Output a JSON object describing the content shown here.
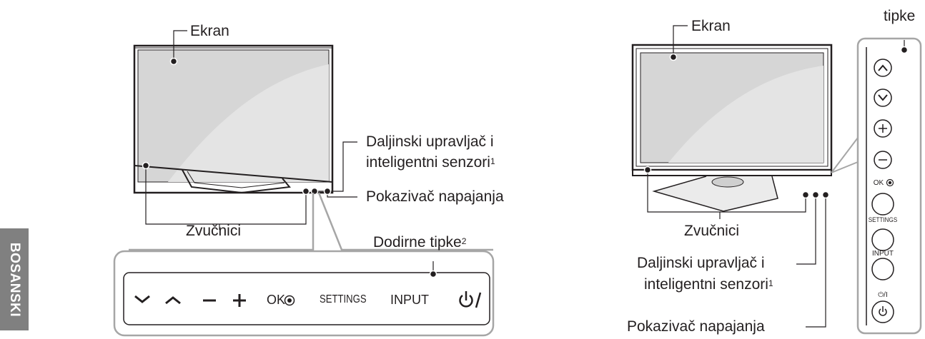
{
  "language_tab": "BOSANSKI",
  "left": {
    "labels": {
      "screen": "Ekran",
      "remote_sensors": "Daljinski upravljač i",
      "remote_sensors_2": "inteligentni senzori",
      "remote_sensors_note": "1",
      "power_indicator": "Pokazivač napajanja",
      "speakers": "Zvučnici",
      "touch_buttons": "Dodirne tipke",
      "touch_buttons_note": "2"
    },
    "touch_bar": {
      "down": "⌄",
      "up": "⌃",
      "minus": "−",
      "plus": "+",
      "ok": "OK",
      "settings": "SETTINGS",
      "input": "INPUT",
      "power": "⏻/|"
    }
  },
  "right": {
    "labels": {
      "buttons": "tipke",
      "screen": "Ekran",
      "speakers": "Zvučnici",
      "remote_sensors": "Daljinski upravljač i",
      "remote_sensors_2": "inteligentni senzori",
      "remote_sensors_note": "1",
      "power_indicator": "Pokazivač napajanja"
    },
    "panel": {
      "ok": "OK",
      "settings": "SETTINGS",
      "input": "INPUT",
      "power": "⏻/I"
    }
  }
}
